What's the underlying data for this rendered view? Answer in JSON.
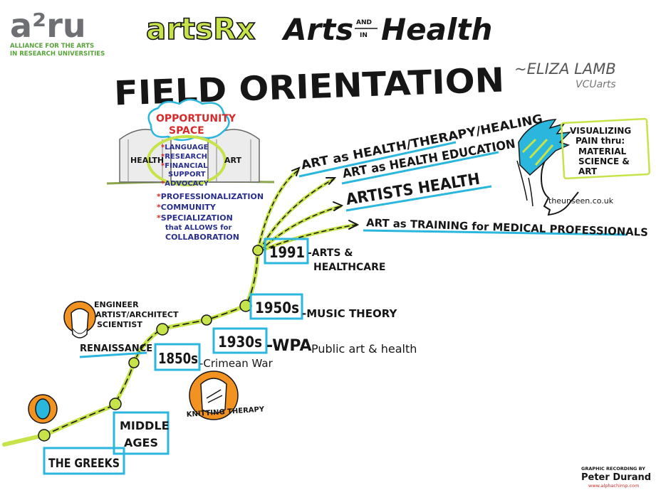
{
  "header": {
    "logo_mark": "a²ru",
    "logo_line1": "ALLIANCE FOR THE ARTS",
    "logo_line2": "IN RESEARCH UNIVERSITIES",
    "brand": "artsRx",
    "brand_title_a": "Arts",
    "brand_and": "AND",
    "brand_in": "IN",
    "brand_title_b": "Health",
    "main_title": "FIELD ORIENTATION",
    "speaker": "~ELIZA LAMB",
    "speaker_org": "VCUarts"
  },
  "opportunity": {
    "title_line1": "OPPORTUNITY",
    "title_line2": "SPACE",
    "left_silo": "HEALTH",
    "right_silo": "ART",
    "items_in": [
      "LANGUAGE",
      "RESEARCH",
      "FINANCIAL",
      "SUPPORT",
      "ADVOCACY"
    ],
    "items_out": [
      "PROFESSIONALIZATION",
      "COMMUNITY",
      "SPECIALIZATION",
      "that ALLOWS for",
      "COLLABORATION"
    ]
  },
  "branches": [
    "ART as HEALTH/THERAPY/HEALING",
    "ART as HEALTH EDUCATION",
    "ARTISTS HEALTH",
    "ART as TRAINING for MEDICAL PROFESSIONALS"
  ],
  "timeline": [
    {
      "label": "THE GREEKS"
    },
    {
      "label_line1": "MIDDLE",
      "label_line2": "AGES"
    },
    {
      "label": "RENAISSANCE"
    },
    {
      "year": "1850s",
      "note": "-Crimean War"
    },
    {
      "year": "1930s",
      "note": "-WPA",
      "note2": "Public art & health"
    },
    {
      "year": "1950s",
      "note": "-MUSIC THEORY"
    },
    {
      "year": "1991",
      "note": "-ARTS &",
      "note2": "HEALTHCARE"
    }
  ],
  "renaissance_roles": [
    "ENGINEER",
    "ARTIST/ARCHITECT",
    "SCIENTIST"
  ],
  "knitting_label": "KNITTING THERAPY",
  "visualizing": {
    "lines": [
      "VISUALIZING",
      "PAIN thru:",
      "MATERIAL",
      "SCIENCE &",
      "ART"
    ],
    "credit": "theunseen.co.uk"
  },
  "footer": {
    "line1": "GRAPHIC RECORDING BY",
    "line2": "Peter Durand",
    "line3": "www.alphachimp.com"
  },
  "colors": {
    "ink": "#161616",
    "lime": "#c6e34a",
    "cyan": "#2bb6dd",
    "orange": "#f29321",
    "blue_text": "#2a2f8f",
    "red_text": "#d62b2b",
    "logo_gray": "#6d6f72",
    "logo_green": "#58a33a"
  }
}
